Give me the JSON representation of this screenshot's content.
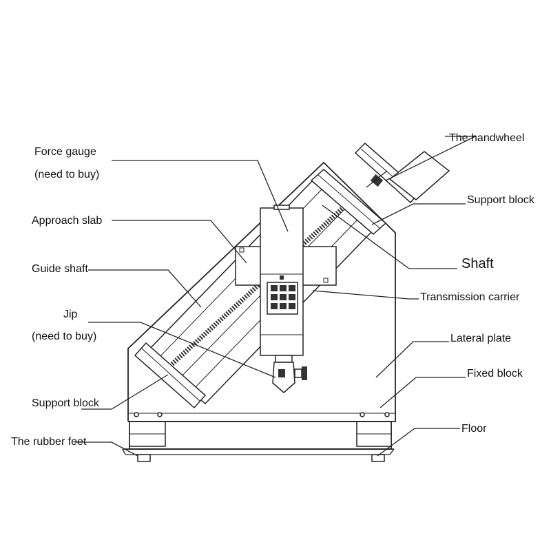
{
  "labels": {
    "force_gauge": "Force gauge",
    "force_gauge_note": "(need to buy)",
    "approach_slab": "Approach slab",
    "guide_shaft": "Guide shaft",
    "jip": "Jip",
    "jip_note": "(need to buy)",
    "support_block_left": "Support block",
    "rubber_feet": "The rubber feet",
    "handwheel": "The handwheel",
    "support_block_right": "Support block",
    "shaft": "Shaft",
    "transmission_carrier": "Transmission carrier",
    "lateral_plate": "Lateral plate",
    "fixed_block": "Fixed block",
    "floor": "Floor"
  },
  "colors": {
    "line": "#222222",
    "background": "#ffffff"
  }
}
